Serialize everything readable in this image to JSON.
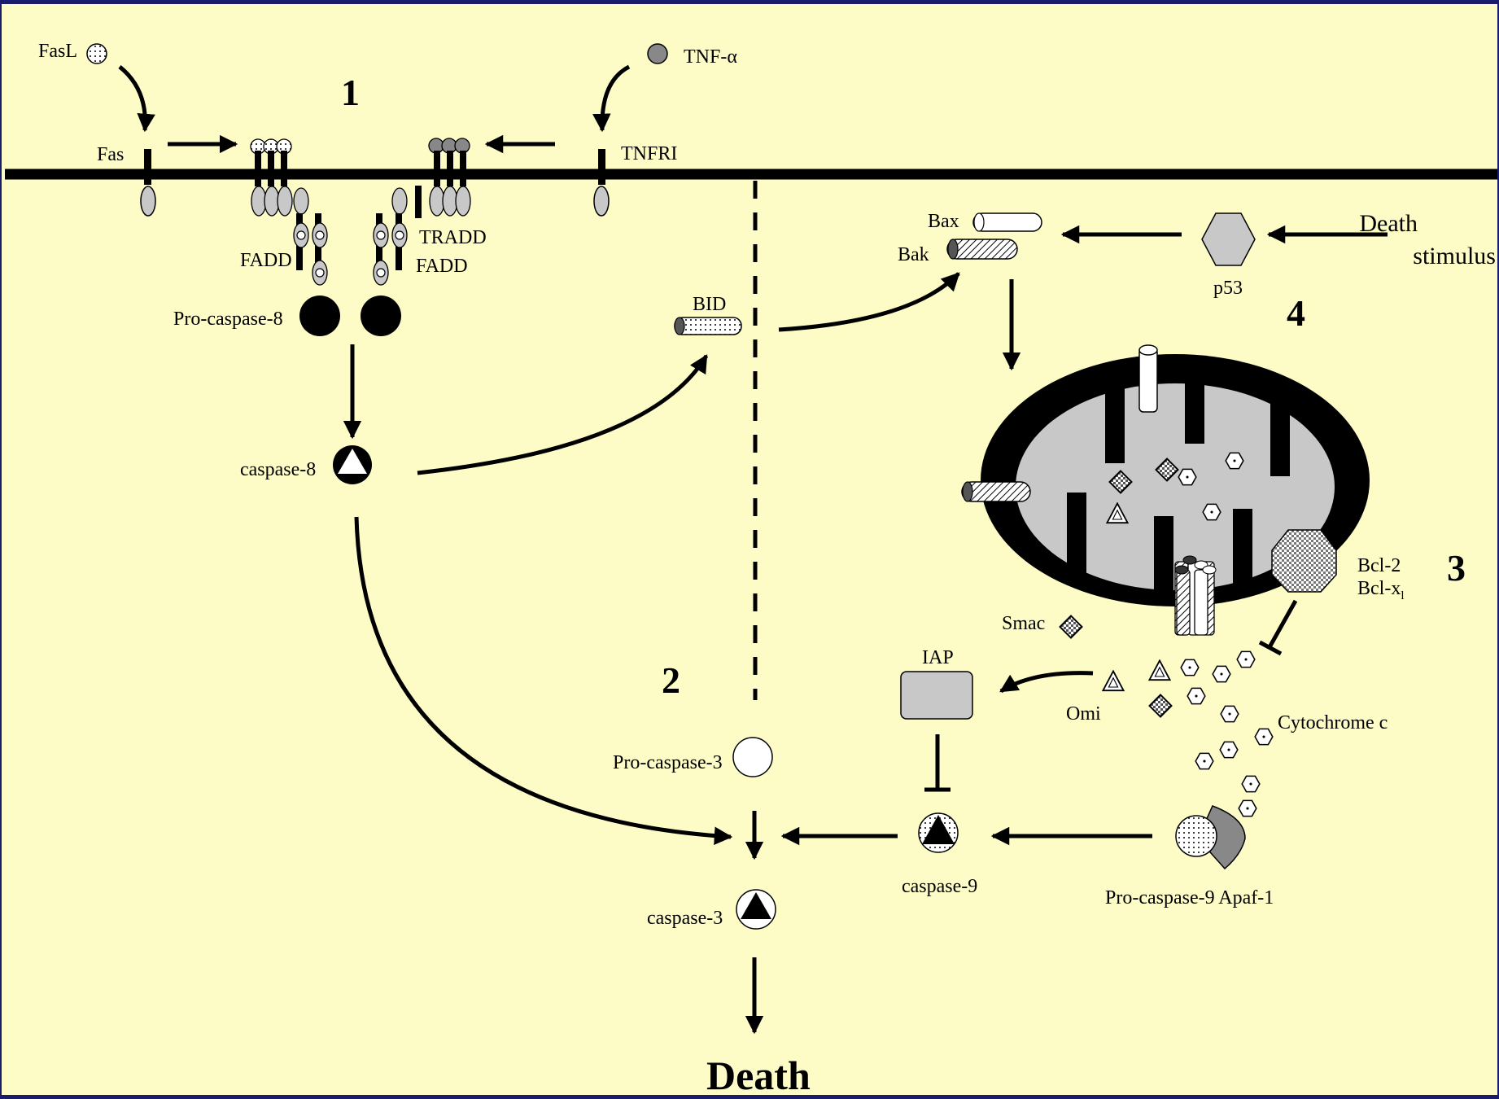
{
  "colors": {
    "background": "#fdfbc6",
    "frame": "#1a1d6e",
    "ink": "#000000",
    "receptor_gray": "#c8c8c8",
    "mito_matrix": "#c8c8c8",
    "iap_fill": "#c8c8c8",
    "p53_fill": "#c8c8c8"
  },
  "labels": {
    "fasl": "FasL",
    "tnf_alpha": "TNF-α",
    "fas": "Fas",
    "tnfri": "TNFRI",
    "fadd_left": "FADD",
    "tradd": "TRADD",
    "fadd_right": "FADD",
    "pro_caspase_8": "Pro-caspase-8",
    "caspase_8": "caspase-8",
    "bid": "BID",
    "bax": "Bax",
    "bak": "Bak",
    "p53": "p53",
    "death_stimulus_line1": "Death",
    "death_stimulus_line2": "stimulus",
    "bcl2": "Bcl-2",
    "bclxl": "Bcl-x",
    "bclxl_sub": "l",
    "smac": "Smac",
    "iap": "IAP",
    "omi": "Omi",
    "cytochrome_c": "Cytochrome c",
    "pro_caspase_3": "Pro-caspase-3",
    "caspase_3": "caspase-3",
    "caspase_9": "caspase-9",
    "pro_caspase_9_apaf1": "Pro-caspase-9 Apaf-1",
    "death": "Death"
  },
  "pathway_numbers": {
    "n1": "1",
    "n2": "2",
    "n3": "3",
    "n4": "4"
  },
  "icons": [
    "ligand-dotted-icon",
    "ligand-gray-icon",
    "receptor-icon",
    "adaptor-icon",
    "caspase-triangle-icon",
    "mitochondrion-icon",
    "hexagon-icon",
    "octagon-icon",
    "diamond-icon"
  ]
}
